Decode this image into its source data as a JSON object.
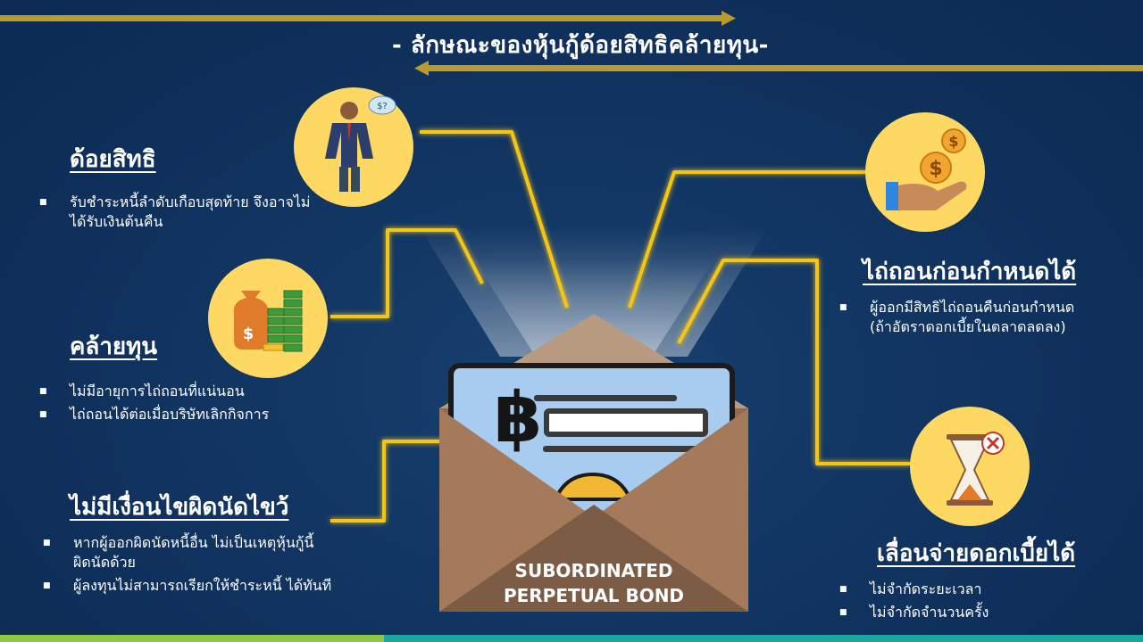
{
  "title": "- ลักษณะของหุ้นกู้ด้อยสิทธิคล้ายทุน-",
  "bond_label": {
    "line1": "SUBORDINATED",
    "line2": "PERPETUAL BOND"
  },
  "currency_symbol": "฿",
  "question_bubble": "$?",
  "money_symbol": "$",
  "features": {
    "subordinated": {
      "heading": "ด้อยสิทธิ",
      "bullets": [
        "รับชำระหนี้ลำดับเกือบสุดท้าย จึงอาจไม่ได้รับเงินต้นคืน"
      ],
      "icon": "businessman-empty-pockets-icon"
    },
    "equity_like": {
      "heading": "คล้ายทุน",
      "bullets": [
        "ไม่มีอายุการไถ่ถอนที่แน่นอน",
        "ไถ่ถอนได้ต่อเมื่อบริษัทเลิกกิจการ"
      ],
      "icon": "money-bag-coins-icon"
    },
    "no_cross_default": {
      "heading": "ไม่มีเงื่อนไขผิดนัดไขว้",
      "bullets": [
        "หากผู้ออกผิดนัดหนี้อื่น ไม่เป็นเหตุหุ้นกู้นี้ผิดนัดด้วย",
        "ผู้ลงทุนไม่สามารถเรียกให้ชำระหนี้ ได้ทันที"
      ]
    },
    "callable": {
      "heading": "ไถ่ถอนก่อนกำหนดได้",
      "bullets": [
        "ผู้ออกมีสิทธิไถ่ถอนคืนก่อนกำหนด (ถ้าอัตราดอกเบี้ยในตลาดลดลง)"
      ],
      "icon": "hand-receiving-coins-icon"
    },
    "deferrable": {
      "heading": "เลื่อนจ่ายดอกเบี้ยได้",
      "bullets": [
        "ไม่จำกัดระยะเวลา",
        "ไม่จำกัดจำนวนครั้ง"
      ],
      "icon": "hourglass-cancel-icon"
    }
  },
  "colors": {
    "background": "#10325e",
    "accent_gold": "#f5c518",
    "circle_fill": "#fdd964",
    "envelope": "#a57a5a",
    "card": "#a8ccf0",
    "bar_green": "#8dc63f",
    "bar_teal": "#1aa7a0"
  }
}
